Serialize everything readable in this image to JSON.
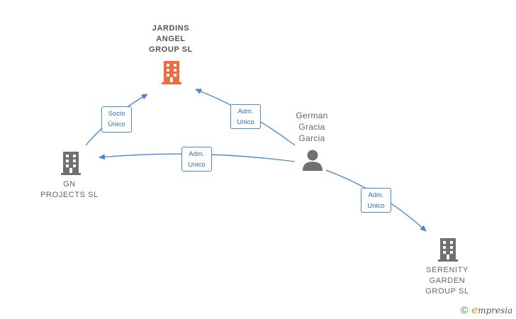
{
  "nodes": {
    "jardins": {
      "lines": [
        "JARDINS",
        "ANGEL",
        "GROUP  SL"
      ],
      "color": "#f26a3d"
    },
    "gn": {
      "lines": [
        "GN",
        "PROJECTS  SL"
      ],
      "color": "#707070"
    },
    "serenity": {
      "lines": [
        "SERENITY",
        "GARDEN",
        "GROUP  SL"
      ],
      "color": "#707070"
    },
    "german": {
      "lines": [
        "German",
        "Gracia",
        "Garcia"
      ],
      "color": "#707070"
    }
  },
  "edges": {
    "gn_to_jardins": {
      "lines": [
        "Socio",
        "Único"
      ]
    },
    "german_to_jardins": {
      "lines": [
        "Adm.",
        "Unico"
      ]
    },
    "german_to_gn": {
      "lines": [
        "Adm.",
        "Unico"
      ]
    },
    "german_to_serenity": {
      "lines": [
        "Adm.",
        "Unico"
      ]
    }
  },
  "colors": {
    "edge": "#4a86d4",
    "edge_text": "#2f6fbf"
  },
  "watermark": {
    "copyright": "©",
    "brand_first": "e",
    "brand_rest": "mpresia"
  }
}
